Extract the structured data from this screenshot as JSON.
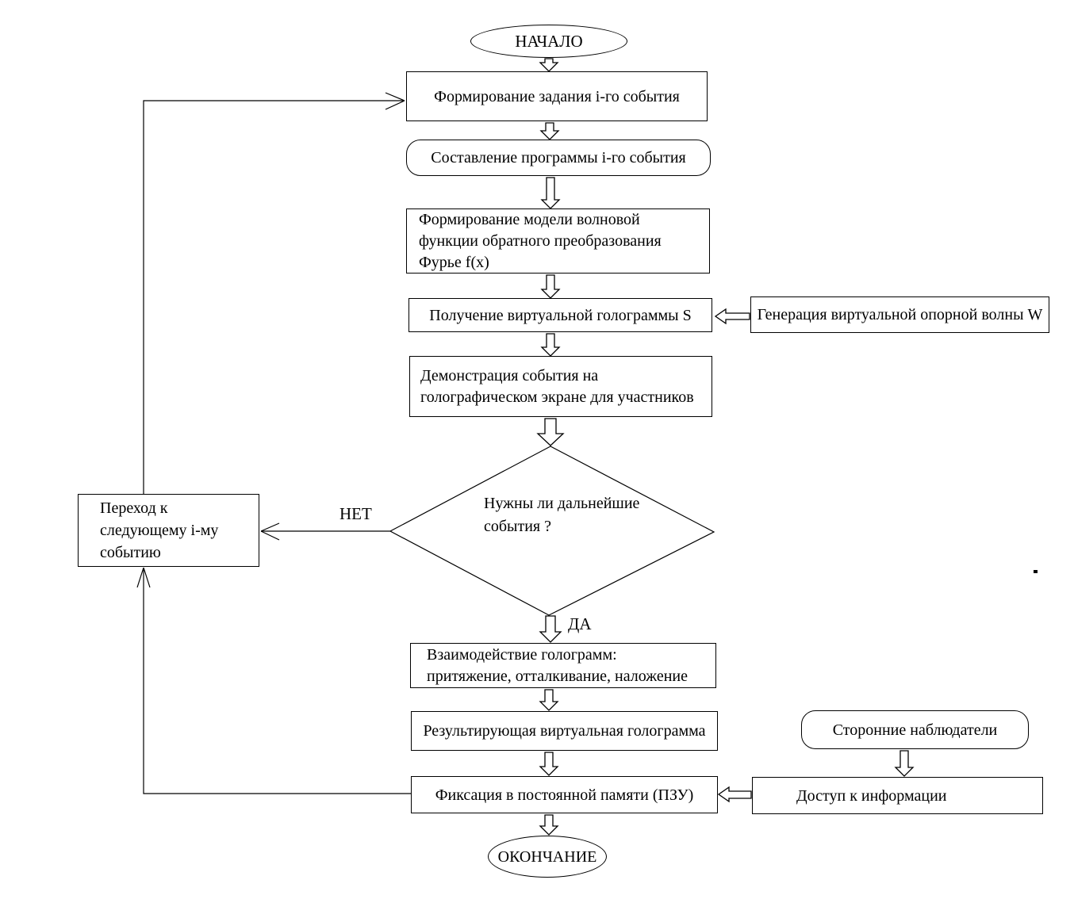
{
  "diagram_title": "",
  "colors": {
    "line": "#000000",
    "fill": "#ffffff",
    "text": "#000000"
  },
  "nodes": {
    "start": {
      "shape": "terminator",
      "label": "НАЧАЛО"
    },
    "form_task": {
      "shape": "process",
      "label": "Формирование задания i-го события"
    },
    "compose_program": {
      "shape": "rounded",
      "label": "Составление программы i-го события"
    },
    "wave_model": {
      "shape": "process",
      "lines": [
        "Формирование модели волновой",
        "функции обратного преобразования",
        "Фурье f(x)"
      ]
    },
    "virtual_hologram": {
      "shape": "process",
      "label": "Получение виртуальной голограммы S"
    },
    "reference_wave": {
      "shape": "process",
      "label": "Генерация виртуальной опорной волны W"
    },
    "demonstration": {
      "shape": "process",
      "lines": [
        "Демонстрация события на",
        "голографическом экране для участников"
      ]
    },
    "decision": {
      "shape": "decision",
      "lines": [
        "Нужны ли дальнейшие",
        "события ?"
      ]
    },
    "next_event": {
      "shape": "process",
      "lines": [
        "Переход к",
        "следующему i-му",
        "событию"
      ]
    },
    "interaction": {
      "shape": "process",
      "lines": [
        "Взаимодействие голограмм:",
        "притяжение, отталкивание, наложение"
      ]
    },
    "resulting_hologram": {
      "shape": "process",
      "label": "Результирующая виртуальная голограмма"
    },
    "fixation": {
      "shape": "process",
      "label": "Фиксация в постоянной памяти (ПЗУ)"
    },
    "observers": {
      "shape": "rounded",
      "label": "Сторонние наблюдатели"
    },
    "access": {
      "shape": "process",
      "label": "Доступ к информации"
    },
    "end": {
      "shape": "terminator",
      "label": "ОКОНЧАНИЕ"
    }
  },
  "edge_labels": {
    "yes": "ДА",
    "no": "НЕТ"
  }
}
